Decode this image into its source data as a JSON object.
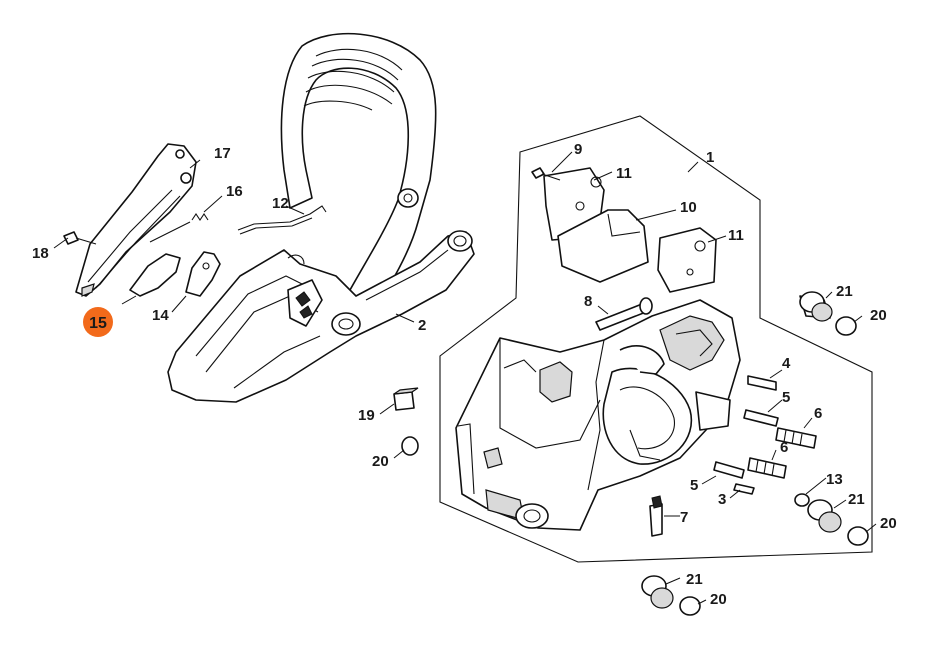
{
  "diagram": {
    "highlight": {
      "label": "15",
      "color": "#f26a1b"
    },
    "callouts": {
      "c1": "1",
      "c2": "2",
      "c3": "3",
      "c4": "4",
      "c5a": "5",
      "c5b": "5",
      "c6a": "6",
      "c6b": "6",
      "c7": "7",
      "c8": "8",
      "c9": "9",
      "c10": "10",
      "c11a": "11",
      "c11b": "11",
      "c12": "12",
      "c13": "13",
      "c14": "14",
      "c16": "16",
      "c17": "17",
      "c18": "18",
      "c19": "19",
      "c20a": "20",
      "c20b": "20",
      "c20c": "20",
      "c20d": "20",
      "c21a": "21",
      "c21b": "21",
      "c21c": "21"
    }
  }
}
